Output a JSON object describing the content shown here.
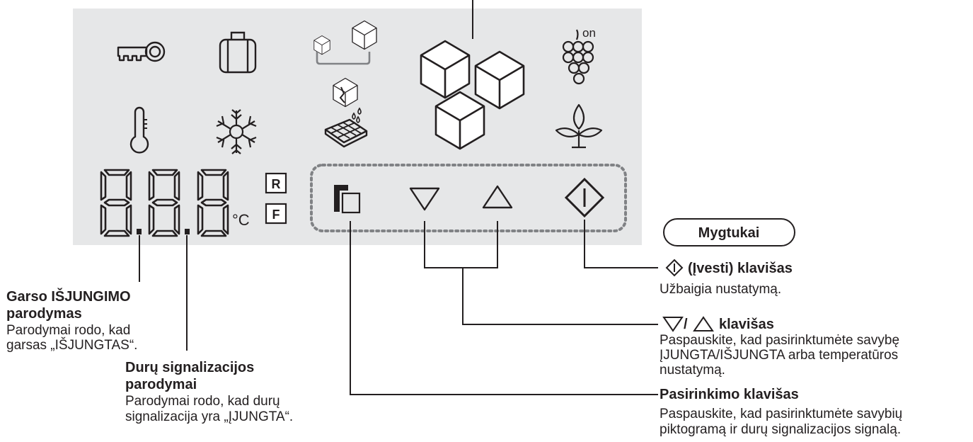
{
  "display": {
    "digits": "8.8.8",
    "unit": "°C",
    "mode_r": "R",
    "mode_f": "F",
    "grape_on": "on"
  },
  "icons": [
    "key-icon",
    "suitcase-icon",
    "small-cubes-icon",
    "ice-cubes-large-icon",
    "grapes-icon",
    "thermometer-icon",
    "snowflake-icon",
    "broken-cube-icon",
    "chocolate-drops-icon",
    "plant-icon"
  ],
  "keys_title": "Mygtukai",
  "labels": {
    "enter_key_title": "(Įvesti) klavišas",
    "enter_key_desc": "Užbaigia nustatymą.",
    "updown_sep": "/",
    "updown_key_title": "klavišas",
    "updown_key_desc_1": "Paspauskite, kad pasirinktumėte savybę",
    "updown_key_desc_2": "ĮJUNGTA/IŠJUNGTA arba temperatūros",
    "updown_key_desc_3": "nustatymą.",
    "select_key_title": "Pasirinkimo klavišas",
    "select_key_desc_1": "Paspauskite, kad pasirinktumėte savybių",
    "select_key_desc_2": "piktogramą ir durų signalizacijos signalą.",
    "sound_off_title_1": "Garso IŠJUNGIMO",
    "sound_off_title_2": "parodymas",
    "sound_off_desc_1": "Parodymai rodo, kad",
    "sound_off_desc_2": "garsas „IŠJUNGTAS“.",
    "door_alarm_title_1": "Durų signalizacijos",
    "door_alarm_title_2": "parodymai",
    "door_alarm_desc_1": "Parodymai rodo, kad durų",
    "door_alarm_desc_2": "signalizacija yra „ĮJUNGTA“."
  },
  "colors": {
    "panel": "#e6e7e8",
    "ink": "#231f20",
    "dotted": "#808285"
  }
}
